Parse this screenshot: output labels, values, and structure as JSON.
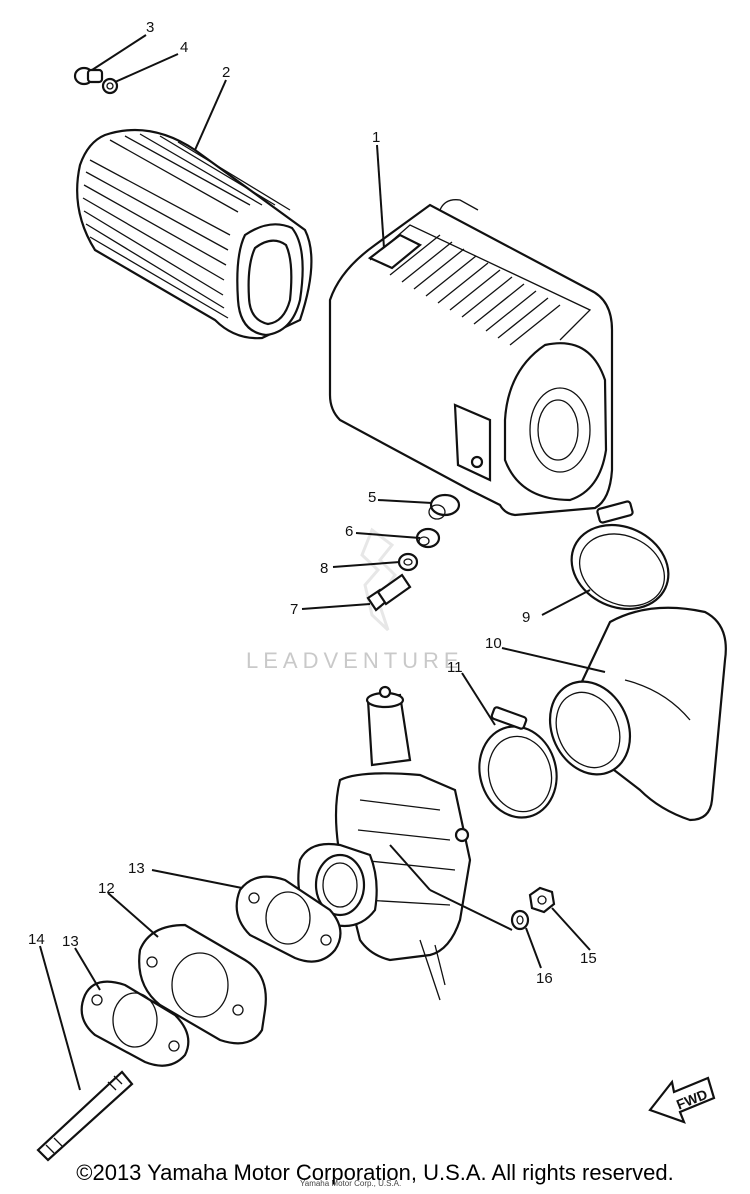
{
  "diagram": {
    "callouts": [
      "1",
      "2",
      "3",
      "4",
      "5",
      "6",
      "7",
      "8",
      "9",
      "10",
      "11",
      "12",
      "13",
      "13",
      "14",
      "15",
      "16"
    ],
    "watermark": "LEADVENTURE",
    "fwd_label": "FWD",
    "small_note": "Yamaha Motor Corp., U.S.A.",
    "copyright": "©2013 Yamaha Motor Corporation, U.S.A. All rights reserved."
  }
}
